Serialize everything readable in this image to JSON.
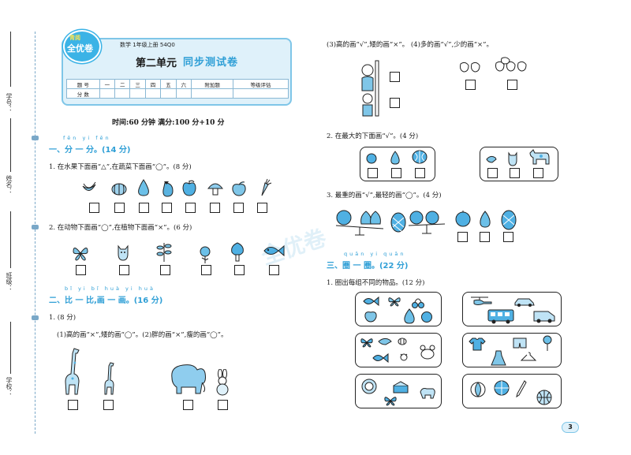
{
  "binding": {
    "fields": [
      "学号：",
      "姓名：",
      "班级：",
      "学校："
    ]
  },
  "header": {
    "logo_top": "青阅",
    "logo_main": "全优卷",
    "book_meta": "数学 1年级上册 54Q0",
    "unit_title": "第二单元",
    "unit_subtitle": "同步测试卷",
    "score_row1": [
      "题 号",
      "一",
      "二",
      "三",
      "四",
      "五",
      "六",
      "附加题",
      "等级评估"
    ],
    "score_row2": [
      "分 数",
      "",
      "",
      "",
      "",
      "",
      "",
      "",
      ""
    ]
  },
  "time_line": "时间:60 分钟    满分:100 分+10 分",
  "sections": {
    "s1": {
      "pinyin": "fēn yi fēn",
      "title": "一、分 一 分。(14 分)",
      "q1": "1. 在水果下面画“△”,在蔬菜下面画“◯”。(8 分)",
      "q2": "2. 在动物下面画“◯”,在植物下面画“×”。(6 分)"
    },
    "s2": {
      "pinyin": "bǐ yi bǐ   huà yi huà",
      "title": "二、比 一 比,画 一 画。(16 分)",
      "q1": "1. (8 分)",
      "q1_sub": "(1)高的画“×”,矮的画“◯”。(2)胖的画“×”,瘦的画“◯”。",
      "q1_sub34": "(3)高的画“√”,矮的画“×”。 (4)多的画“√”,少的画“×”。",
      "q2": "2. 在最大的下面画“√”。(4 分)",
      "q3": "3. 最重的画“√”,最轻的画“◯”。(4 分)"
    },
    "s3": {
      "pinyin": "quān yi quān",
      "title": "三、圈 一 圈。(22 分)",
      "q1": "1. 圈出每组不同的物品。(12 分)"
    }
  },
  "watermark": "全优卷",
  "page_number": "3"
}
